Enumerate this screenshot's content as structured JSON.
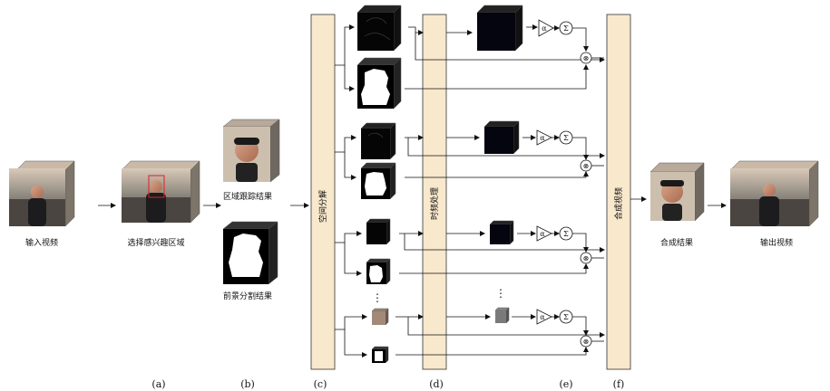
{
  "labels": {
    "input_video": "输入视频",
    "select_roi": "选择感兴趣区域",
    "region_tracking": "区域跟踪结果",
    "foreground_seg": "前景分割结果",
    "spatial_decomp": "空间分解",
    "temporal_proc": "时频处理",
    "synthesis_video": "合成视频",
    "synthesis_result": "合成结果",
    "output_video": "输出视频"
  },
  "stage_labels": [
    "(a)",
    "(b)",
    "(c)",
    "(d)",
    "(e)",
    "(f)"
  ],
  "symbols": {
    "alpha": "α",
    "sigma": "Σ",
    "multiply": "⊗",
    "ellipsis": "⋮"
  },
  "colors": {
    "stage_bar": "#f8e8cc",
    "roi_box": "#e02020"
  }
}
